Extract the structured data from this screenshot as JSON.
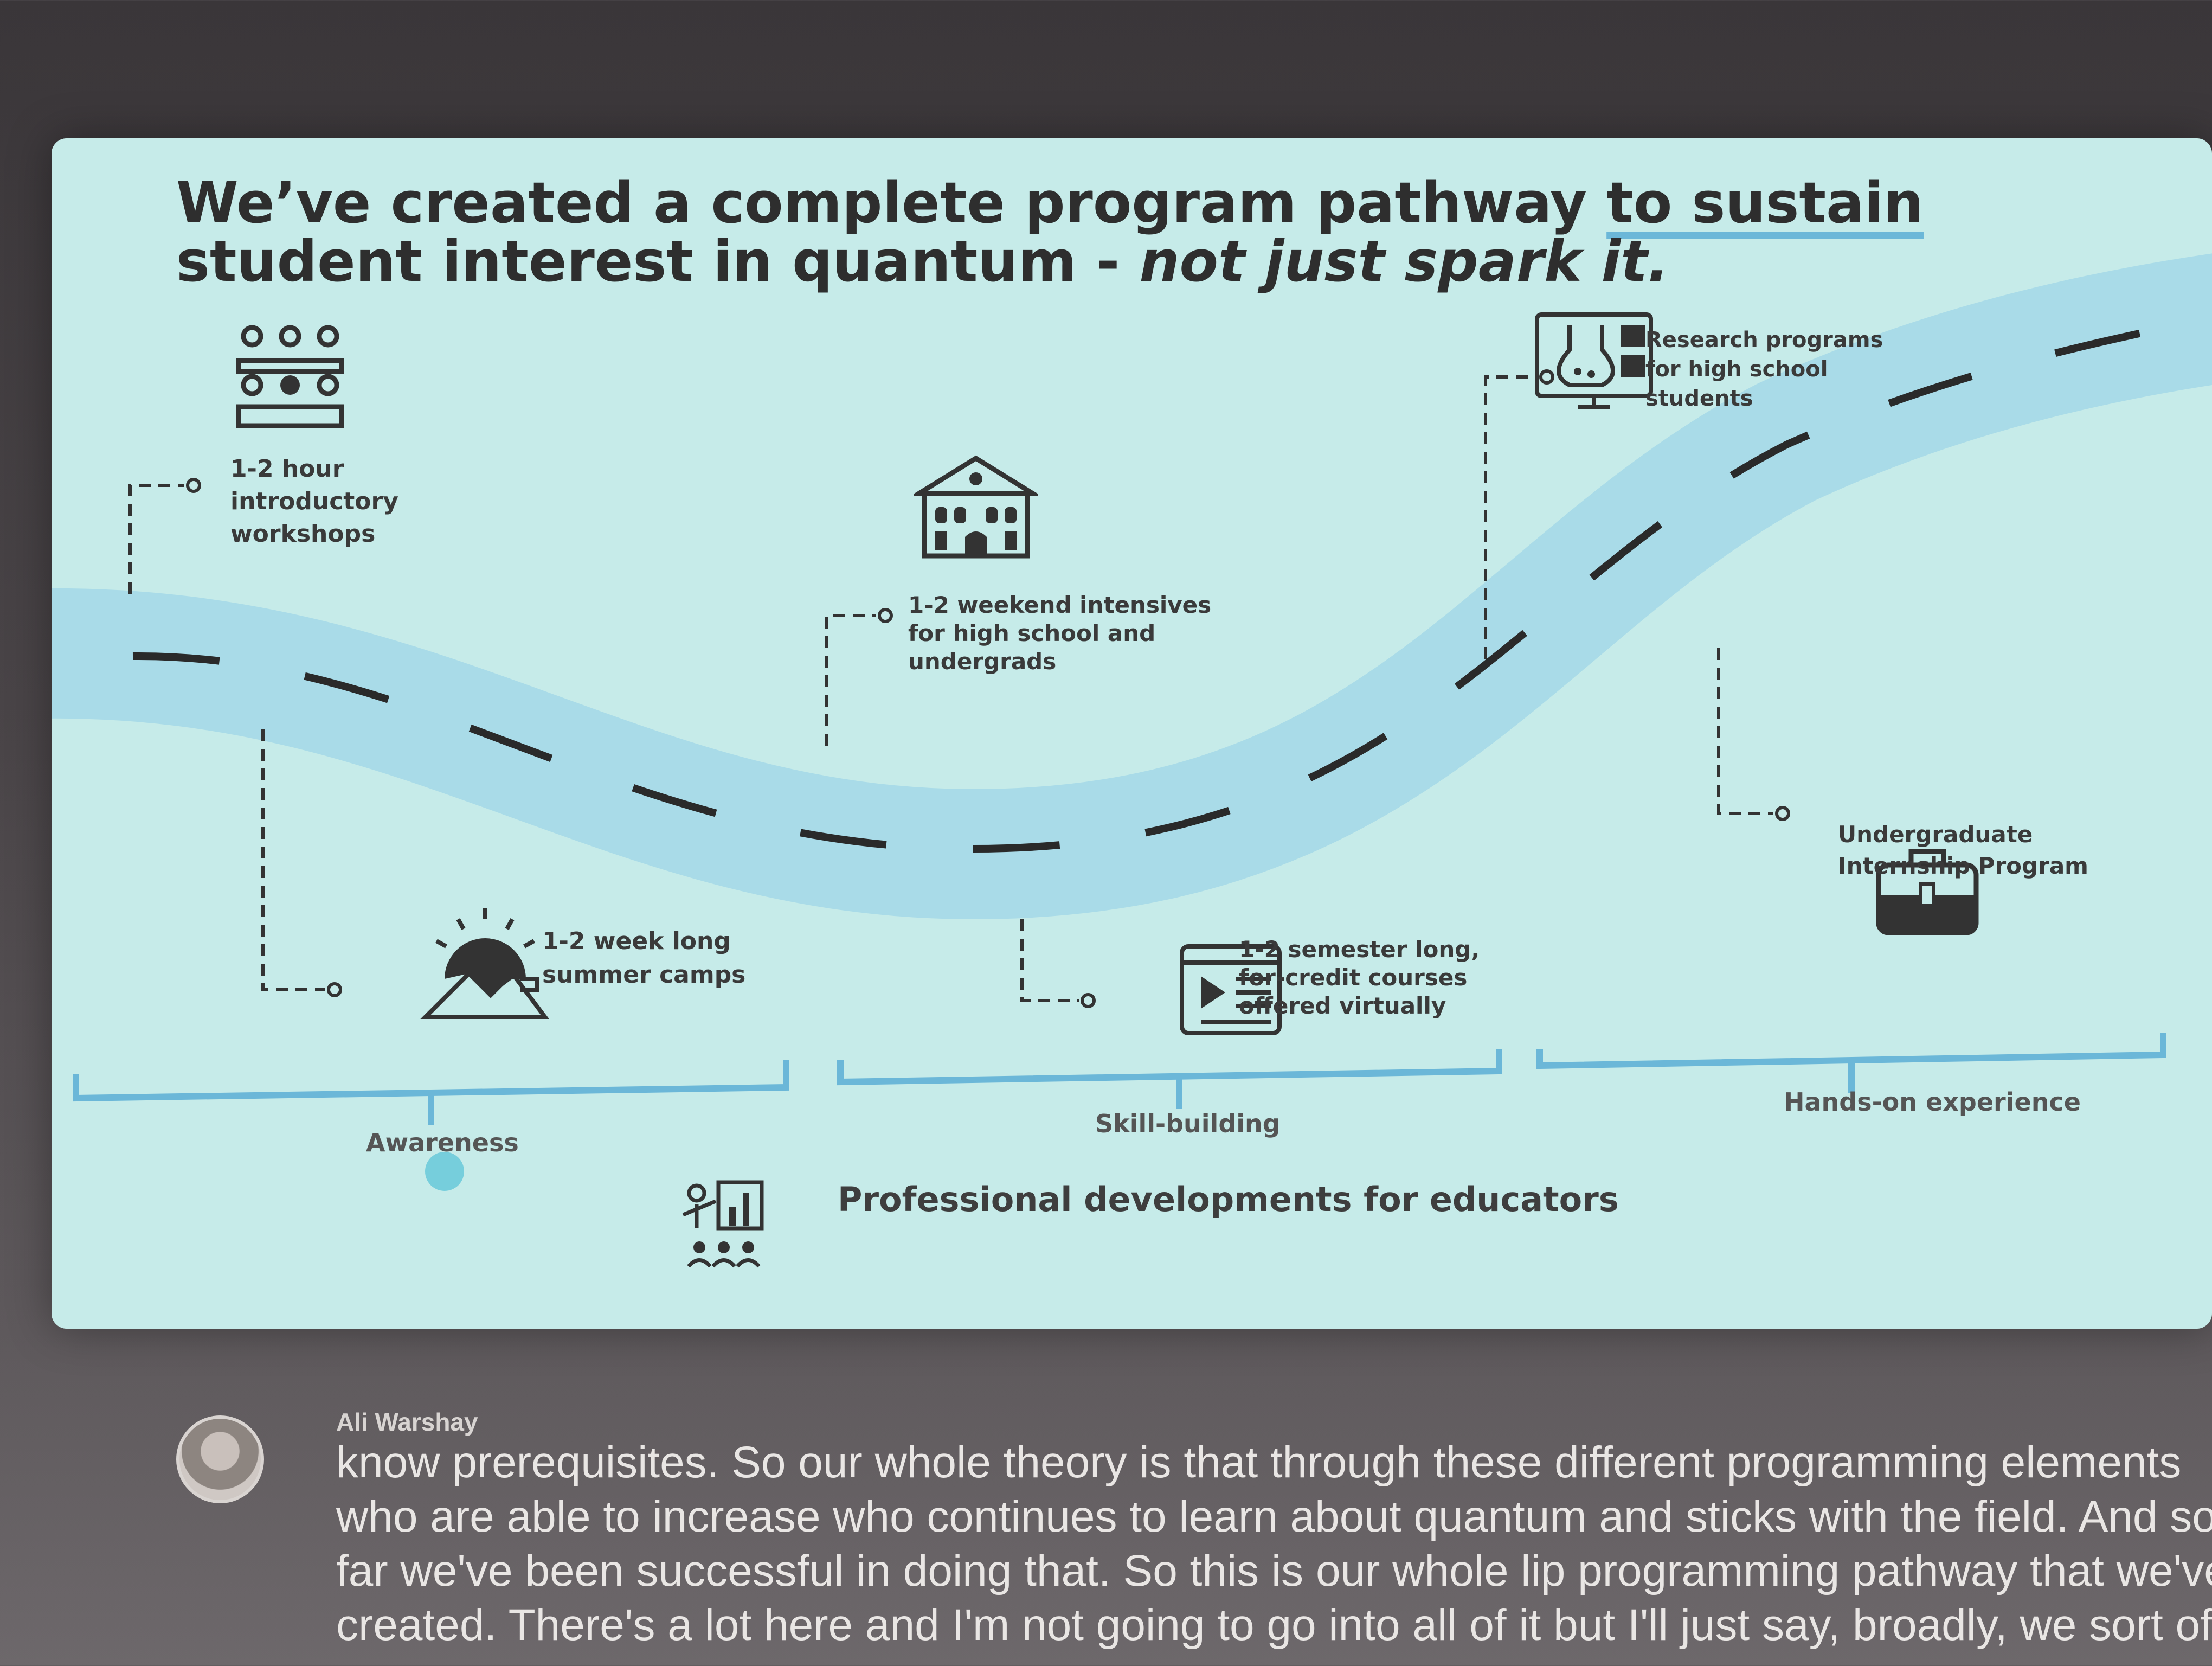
{
  "slide": {
    "title_part1": "We’ve created a complete program pathway ",
    "title_underlined": "to sustain",
    "title_part2": " student interest in quantum - ",
    "title_emphasis": "not just spark it.",
    "milestones": {
      "workshops": "1-2 hour introductory workshops",
      "summer_camps": "1-2 week long summer camps",
      "weekend_intensives": "1-2 weekend intensives for high school and undergrads",
      "semester_courses": "1-2 semester long, for-credit courses offered virtually",
      "research_programs": "Research programs for high school students",
      "internship": "Undergraduate Internship Program"
    },
    "stages": [
      "Awareness",
      "Skill-building",
      "Hands-on experience"
    ],
    "professional_development": "Professional developments for educators",
    "colors": {
      "slide_bg": "#c6ebe9",
      "road": "#a9dbe8",
      "bracket": "#6bb7d8"
    }
  },
  "captions": {
    "speaker": "Ali Warshay",
    "lines": [
      "know prerequisites. So our whole theory is that through these different programming elements",
      "who are able to increase who continues to learn about quantum and sticks with the field. And so",
      "far we've been successful in doing that. So this is our whole lip programming pathway that we've",
      "created. There's a lot here and I'm not going to go into all of it but I'll just say, broadly, we sort of"
    ]
  }
}
